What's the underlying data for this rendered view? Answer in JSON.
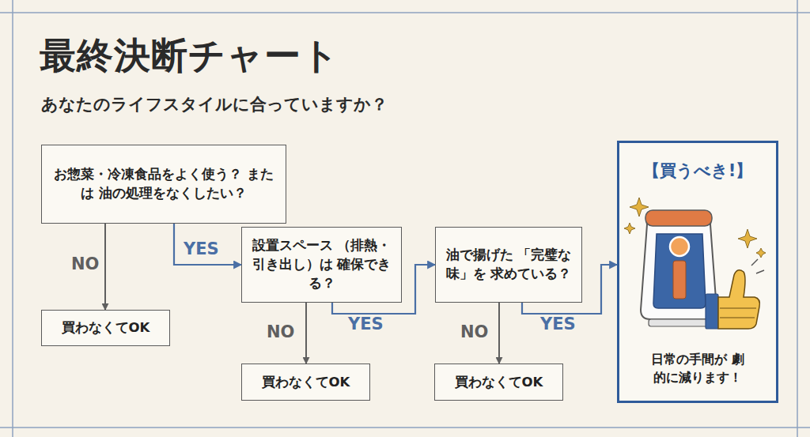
{
  "diagram": {
    "title": "最終決断チャート",
    "nodes": [
      {
        "text": [
          "お惣菜・冷凍食品をよく使う？ または 油の処理をなくしたい？"
        ]
      },
      {
        "text": [
          "買わなくてOK"
        ]
      },
      {
        "text": [
          "設置スペース （排熱・引き出し）は 確保できる？"
        ]
      },
      {
        "text": [
          "買わなくてOK"
        ]
      },
      {
        "text": [
          "油で揚げた 「完璧な味」を 求めている？"
        ]
      },
      {
        "text": [
          "買わなくてOK"
        ]
      },
      {
        "text": [
          "【買うべき!】",
          "日常の手間が 劇的に減ります！"
        ]
      }
    ],
    "edges": [
      {
        "from": 0,
        "to": 1,
        "label": "NO",
        "arrow": "to"
      },
      {
        "from": 0,
        "to": 2,
        "label": "YES",
        "arrow": "to"
      },
      {
        "from": 2,
        "to": 3,
        "label": "NO",
        "arrow": "to"
      },
      {
        "from": 2,
        "to": 4,
        "label": "YES",
        "arrow": "to"
      },
      {
        "from": 4,
        "to": 5,
        "label": "NO",
        "arrow": "to"
      },
      {
        "from": 4,
        "to": 6,
        "label": "YES",
        "arrow": "to"
      }
    ],
    "labels": [
      "あなたのライフスタイルに合っていますか？"
    ]
  }
}
